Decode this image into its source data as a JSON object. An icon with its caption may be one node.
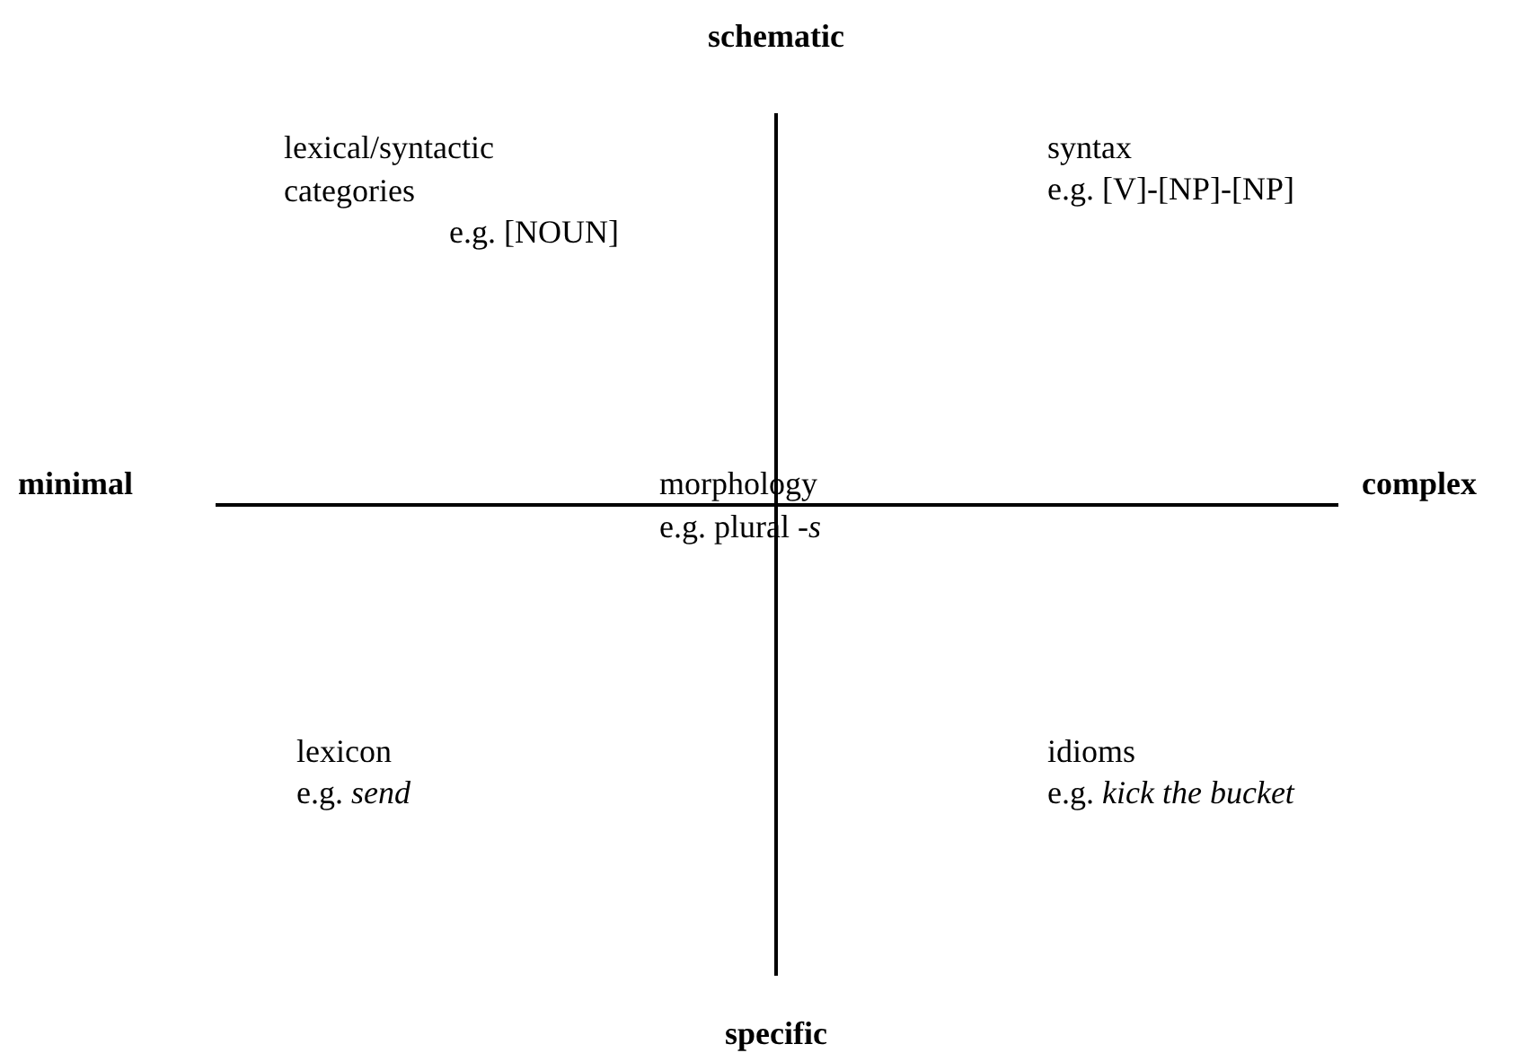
{
  "diagram": {
    "labels": [
      "schematic",
      "lexical/syntactic categories",
      "e.g. [NOUN]",
      "syntax",
      "e.g. [V]-[NP]-[NP]",
      "minimal",
      "morphology",
      "complex",
      "e.g. plural -*s*",
      "lexicon",
      "e.g. *send*",
      "idioms",
      "e.g. *kick the bucket*",
      "specific"
    ]
  }
}
